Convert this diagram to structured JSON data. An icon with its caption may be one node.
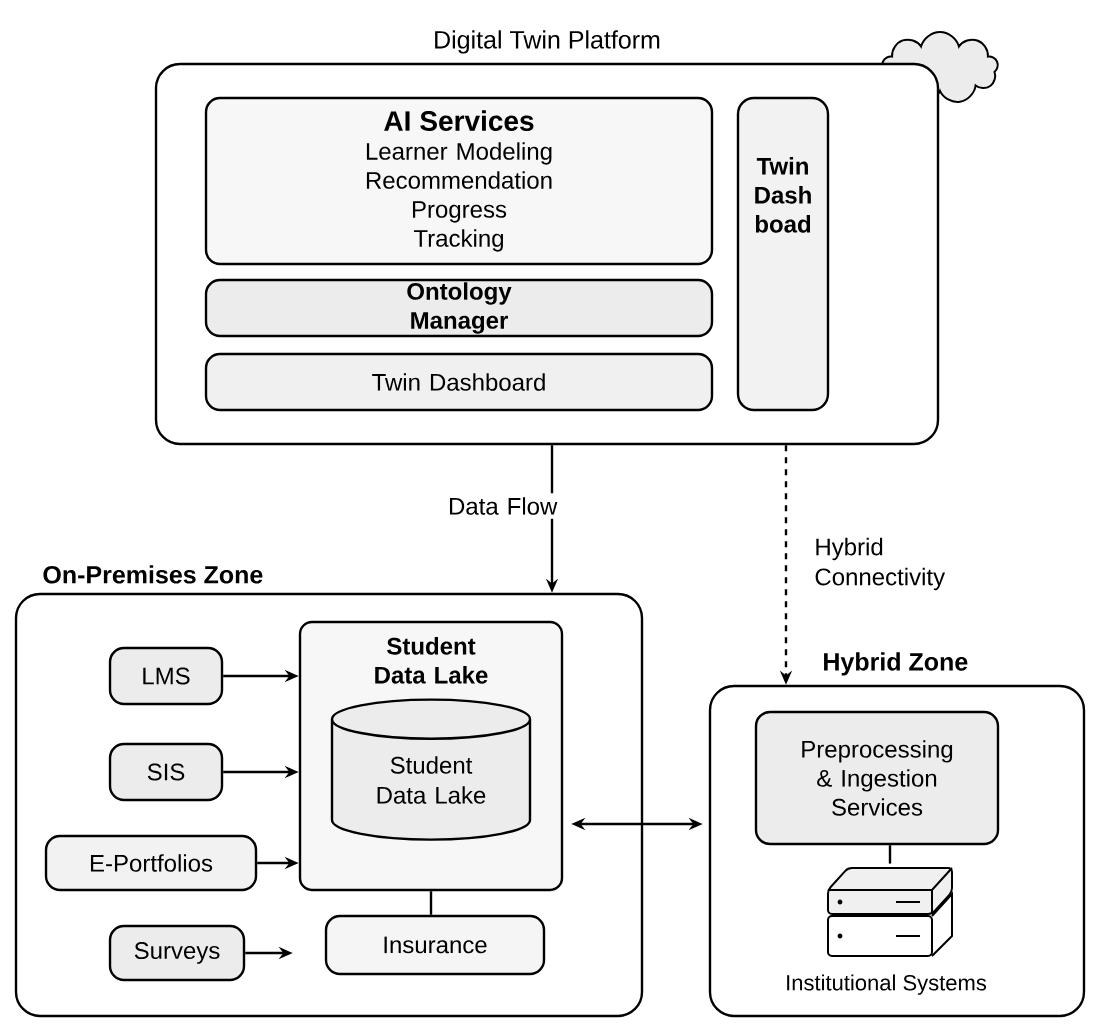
{
  "diagram": {
    "nodes": [
      {
        "text": [
          "Digital Twin Platform"
        ]
      },
      {
        "text": [
          "AI Services",
          "Learner Modeling",
          "Recommendation",
          "Progress Tracking"
        ],
        "in": 0
      },
      {
        "text": [
          "Ontology Manager"
        ],
        "in": 0
      },
      {
        "text": [
          "Twin Dashboard"
        ],
        "in": 0
      },
      {
        "text": [
          "Twin Dash boad"
        ],
        "in": 0
      },
      {
        "text": [
          "On-Premises Zone"
        ]
      },
      {
        "text": [
          "LMS"
        ],
        "in": 5
      },
      {
        "text": [
          "SIS"
        ],
        "in": 5
      },
      {
        "text": [
          "E-Portfolios"
        ],
        "in": 5
      },
      {
        "text": [
          "Surveys"
        ],
        "in": 5
      },
      {
        "text": [
          "Student Data Lake"
        ],
        "in": 5
      },
      {
        "text": [
          "Student Data Lake"
        ],
        "in": 10
      },
      {
        "text": [
          "Insurance"
        ],
        "in": 5
      },
      {
        "text": [
          "Hybrid Zone"
        ]
      },
      {
        "text": [
          "Preprocessing & Ingestion Services"
        ],
        "in": 13
      },
      {
        "text": [],
        "shape": "picture",
        "beside": [
          "Institutional Systems"
        ],
        "in": 13
      }
    ],
    "edges": [
      {
        "from": 0,
        "to": 5,
        "arrow": "to",
        "label": "Data Flow"
      },
      {
        "from": 0,
        "to": 13,
        "arrow": "to",
        "style": "dashed",
        "label": "Hybrid Connectivity"
      },
      {
        "from": 6,
        "to": 10,
        "arrow": "to"
      },
      {
        "from": 7,
        "to": 10,
        "arrow": "to"
      },
      {
        "from": 8,
        "to": 10,
        "arrow": "to"
      },
      {
        "from": 9,
        "to": 12,
        "arrow": "to"
      },
      {
        "from": 10,
        "to": 12,
        "arrow": "none"
      },
      {
        "from": 10,
        "to": 13,
        "arrow": "both"
      },
      {
        "from": 14,
        "to": 15,
        "arrow": "none"
      }
    ]
  }
}
